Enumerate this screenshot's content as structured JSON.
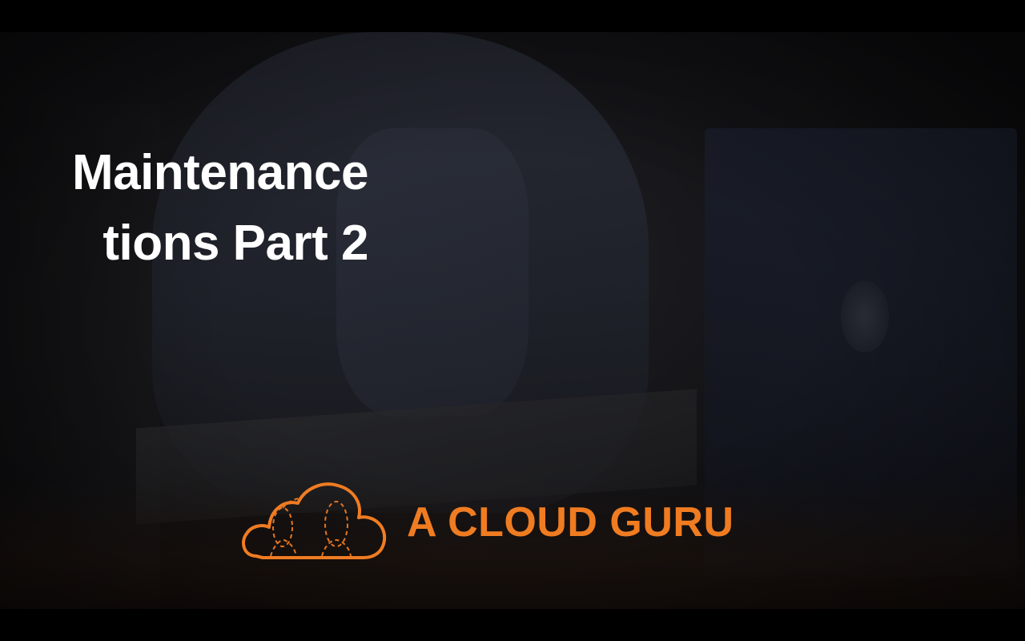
{
  "slide": {
    "title_lines": [
      "Maintenance",
      "tions Part 2"
    ]
  },
  "brand": {
    "name": "A CLOUD GURU",
    "icon": "cloud-icon",
    "color": "#f07c22"
  },
  "colors": {
    "title_text": "#ffffff",
    "brand_orange": "#f07c22",
    "background": "#000000"
  }
}
